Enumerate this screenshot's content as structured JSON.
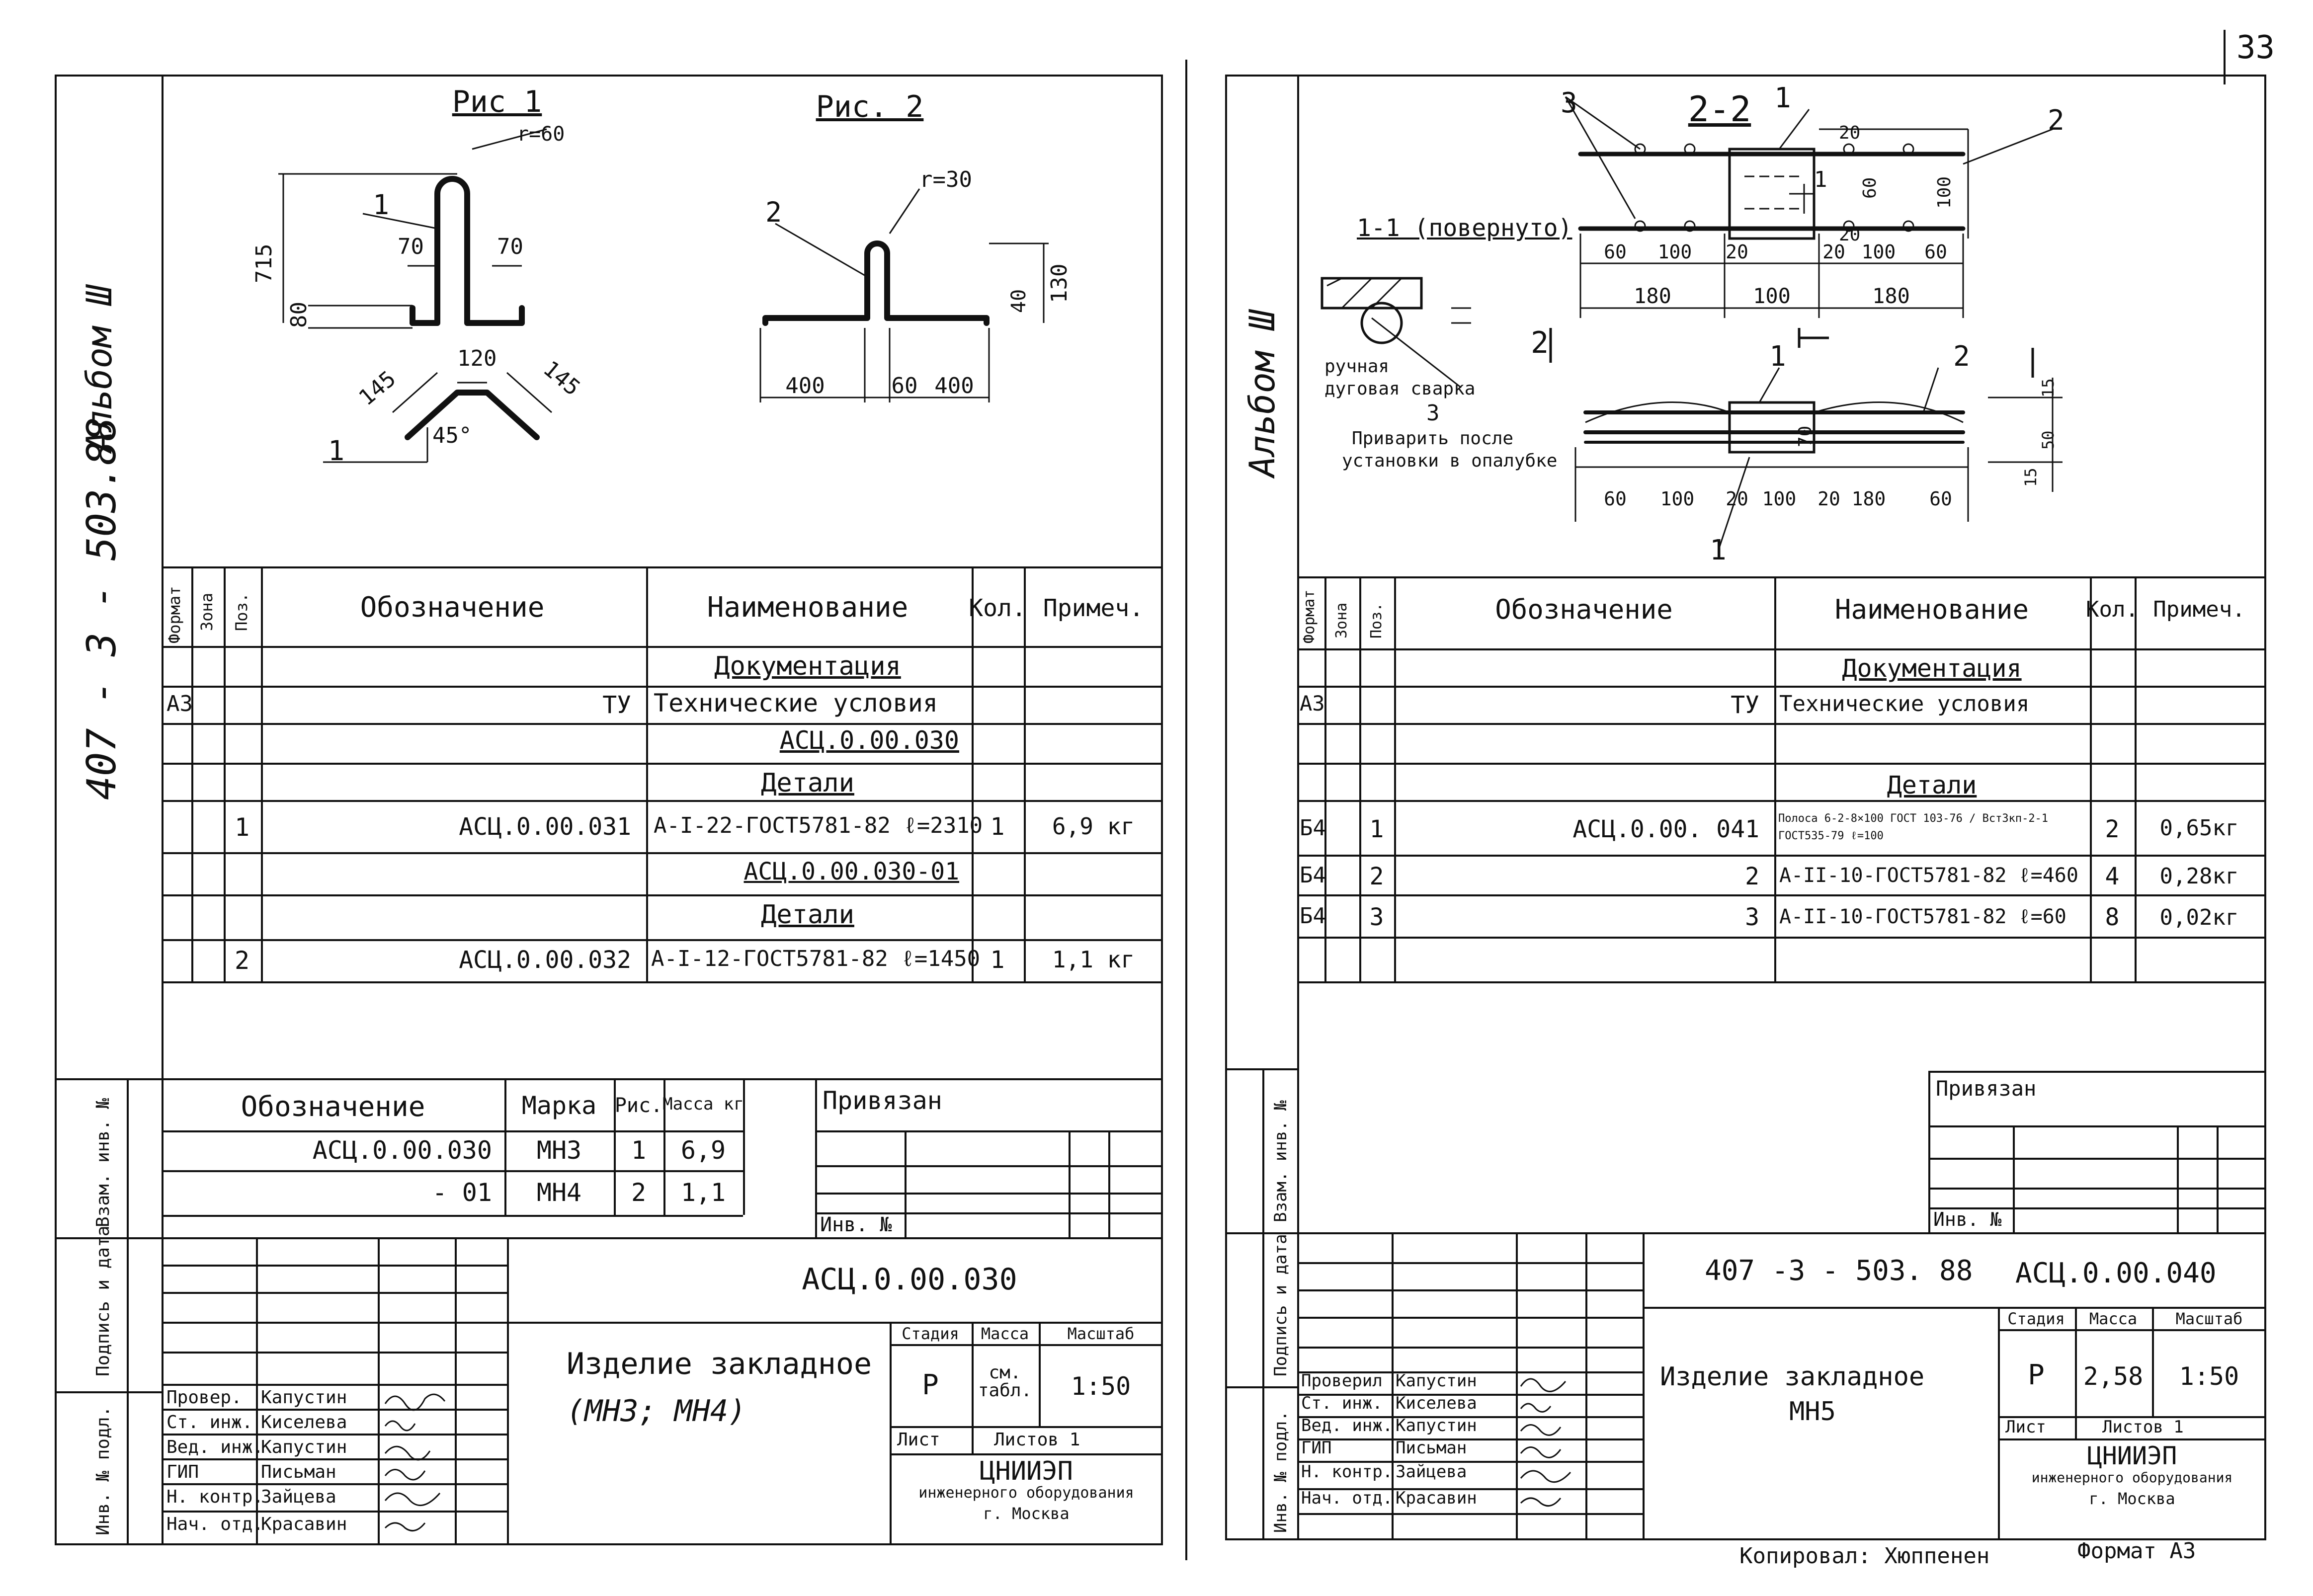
{
  "page_number": "33",
  "left": {
    "album": "Альбом Ш",
    "series": "407 - 3 - 503.88",
    "fig1_title": "Рис 1",
    "fig2_title": "Рис. 2",
    "fig1_dims": {
      "r": "r=60",
      "h715": "715",
      "w70a": "70",
      "w70b": "70",
      "h80": "80",
      "d145a": "145",
      "d145b": "145",
      "w120": "120",
      "ang": "45°",
      "pos1a": "1",
      "pos1b": "1"
    },
    "fig2_dims": {
      "r": "r=30",
      "pos2": "2",
      "h130": "130",
      "h40": "40",
      "w400a": "400",
      "w60": "60",
      "w400b": "400"
    },
    "spec_headers": {
      "format": "Формат",
      "zone": "Зона",
      "pos": "Поз.",
      "designation": "Обозначение",
      "name": "Наименование",
      "qty": "Кол.",
      "note": "Примеч."
    },
    "spec_rows": [
      {
        "format": "",
        "pos": "",
        "designation": "",
        "name": "Документация",
        "qty": "",
        "note": ""
      },
      {
        "format": "А3",
        "pos": "",
        "designation": "ТУ",
        "name": "Технические условия",
        "qty": "",
        "note": ""
      },
      {
        "format": "",
        "pos": "",
        "designation": "",
        "name": "АСЦ.0.00.030",
        "qty": "",
        "note": ""
      },
      {
        "format": "",
        "pos": "",
        "designation": "",
        "name": "Детали",
        "qty": "",
        "note": ""
      },
      {
        "format": "",
        "pos": "1",
        "designation": "АСЦ.0.00.031",
        "name": "А-I-22-ГОСТ5781-82 ℓ=2310",
        "qty": "1",
        "note": "6,9 кг"
      },
      {
        "format": "",
        "pos": "",
        "designation": "",
        "name": "АСЦ.0.00.030-01",
        "qty": "",
        "note": ""
      },
      {
        "format": "",
        "pos": "",
        "designation": "",
        "name": "Детали",
        "qty": "",
        "note": ""
      },
      {
        "format": "",
        "pos": "2",
        "designation": "АСЦ.0.00.032",
        "name": "А-I-12-ГОСТ5781-82 ℓ=1450",
        "qty": "1",
        "note": "1,1 кг"
      }
    ],
    "mark_headers": {
      "designation": "Обозначение",
      "mark": "Марка",
      "fig": "Рис.",
      "mass": "Масса кг"
    },
    "mark_rows": [
      {
        "designation": "АСЦ.0.00.030",
        "mark": "МН3",
        "fig": "1",
        "mass": "6,9"
      },
      {
        "designation": "- 01",
        "mark": "МН4",
        "fig": "2",
        "mass": "1,1"
      }
    ],
    "bound_label": "Привязан",
    "inv_label": "Инв. №",
    "side_labels": [
      "Инв. № подл.",
      "Подпись и дата",
      "Взам. инв. №"
    ],
    "stamp": {
      "code": "АСЦ.0.00.030",
      "title_line1": "Изделие закладное",
      "title_line2": "(МН3; МН4)",
      "stage_h": "Стадия",
      "mass_h": "Масса",
      "scale_h": "Масштаб",
      "stage": "Р",
      "mass": "см. табл.",
      "scale": "1:50",
      "sheet_h": "Лист",
      "sheets_h": "Листов 1",
      "org1": "ЦНИИЭП",
      "org2": "инженерного оборудования",
      "org3": "г. Москва",
      "roles": [
        "Провер.",
        "Ст. инж.",
        "Вед. инж.",
        "ГИП",
        "Н. контр.",
        "Нач. отд."
      ],
      "names": [
        "Капустин",
        "Киселева",
        "Капустин",
        "Письман",
        "Зайцева",
        "Красавин"
      ]
    }
  },
  "right": {
    "album": "Альбом Ш",
    "sec22": "2-2",
    "sec11": "1-1 (повернуто)",
    "weld1": "ручная",
    "weld2": "дуговая сварка",
    "note1": "Приварить после",
    "note2": "установки в опалубке",
    "leader3": "3",
    "dims_top": {
      "a60": "60",
      "a100": "100",
      "a20": "20",
      "b20": "20",
      "b100": "100",
      "b60": "60",
      "s180a": "180",
      "s100": "100",
      "s180b": "180",
      "v20a": "20",
      "v20b": "20",
      "v60": "60",
      "v100": "100",
      "p1": "1",
      "p2": "2",
      "p3": "3",
      "c1": "1",
      "c2": "2"
    },
    "dims_bottom": {
      "a60": "60",
      "a100": "100",
      "a20": "20",
      "b100": "100",
      "b20": "20",
      "b180": "180",
      "b60": "60",
      "v70": "70",
      "v15a": "15",
      "v50": "50",
      "v15b": "15",
      "p1": "1",
      "p2": "2",
      "p1b": "1"
    },
    "spec_headers": {
      "format": "Формат",
      "zone": "Зона",
      "pos": "Поз.",
      "designation": "Обозначение",
      "name": "Наименование",
      "qty": "Кол.",
      "note": "Примеч."
    },
    "spec_rows": [
      {
        "format": "",
        "pos": "",
        "designation": "",
        "name": "Документация",
        "qty": "",
        "note": ""
      },
      {
        "format": "А3",
        "pos": "",
        "designation": "ТУ",
        "name": "Технические условия",
        "qty": "",
        "note": ""
      },
      {
        "format": "",
        "pos": "",
        "designation": "",
        "name": "",
        "qty": "",
        "note": ""
      },
      {
        "format": "",
        "pos": "",
        "designation": "",
        "name": "Детали",
        "qty": "",
        "note": ""
      },
      {
        "format": "Б4",
        "pos": "1",
        "designation": "АСЦ.0.00. 041",
        "name": "Полоса 6-2-8×100 ГОСТ 103-76 / Вст3кп-2-1 ГОСТ535-79 ℓ=100",
        "qty": "2",
        "note": "0,65кг"
      },
      {
        "format": "Б4",
        "pos": "2",
        "designation": "2",
        "name": "А-II-10-ГОСТ5781-82 ℓ=460",
        "qty": "4",
        "note": "0,28кг"
      },
      {
        "format": "Б4",
        "pos": "3",
        "designation": "3",
        "name": "А-II-10-ГОСТ5781-82 ℓ=60",
        "qty": "8",
        "note": "0,02кг"
      }
    ],
    "bound_label": "Привязан",
    "inv_label": "Инв. №",
    "side_labels": [
      "Инв. № подл.",
      "Подпись и дата",
      "Взам. инв. №"
    ],
    "stamp": {
      "series": "407 -3 - 503. 88",
      "code": "АСЦ.0.00.040",
      "title_line1": "Изделие закладное",
      "title_line2": "МН5",
      "stage_h": "Стадия",
      "mass_h": "Масса",
      "scale_h": "Масштаб",
      "stage": "Р",
      "mass": "2,58",
      "scale": "1:50",
      "sheet_h": "Лист",
      "sheets_h": "Листов 1",
      "org1": "ЦНИИЭП",
      "org2": "инженерного оборудования",
      "org3": "г. Москва",
      "roles": [
        "Проверил",
        "Ст. инж.",
        "Вед. инж.",
        "ГИП",
        "Н. контр.",
        "Нач. отд."
      ],
      "names": [
        "Капустин",
        "Киселева",
        "Капустин",
        "Письман",
        "Зайцева",
        "Красавин"
      ]
    },
    "copied": "Копировал: Хюппенен",
    "format": "Формат А3"
  }
}
